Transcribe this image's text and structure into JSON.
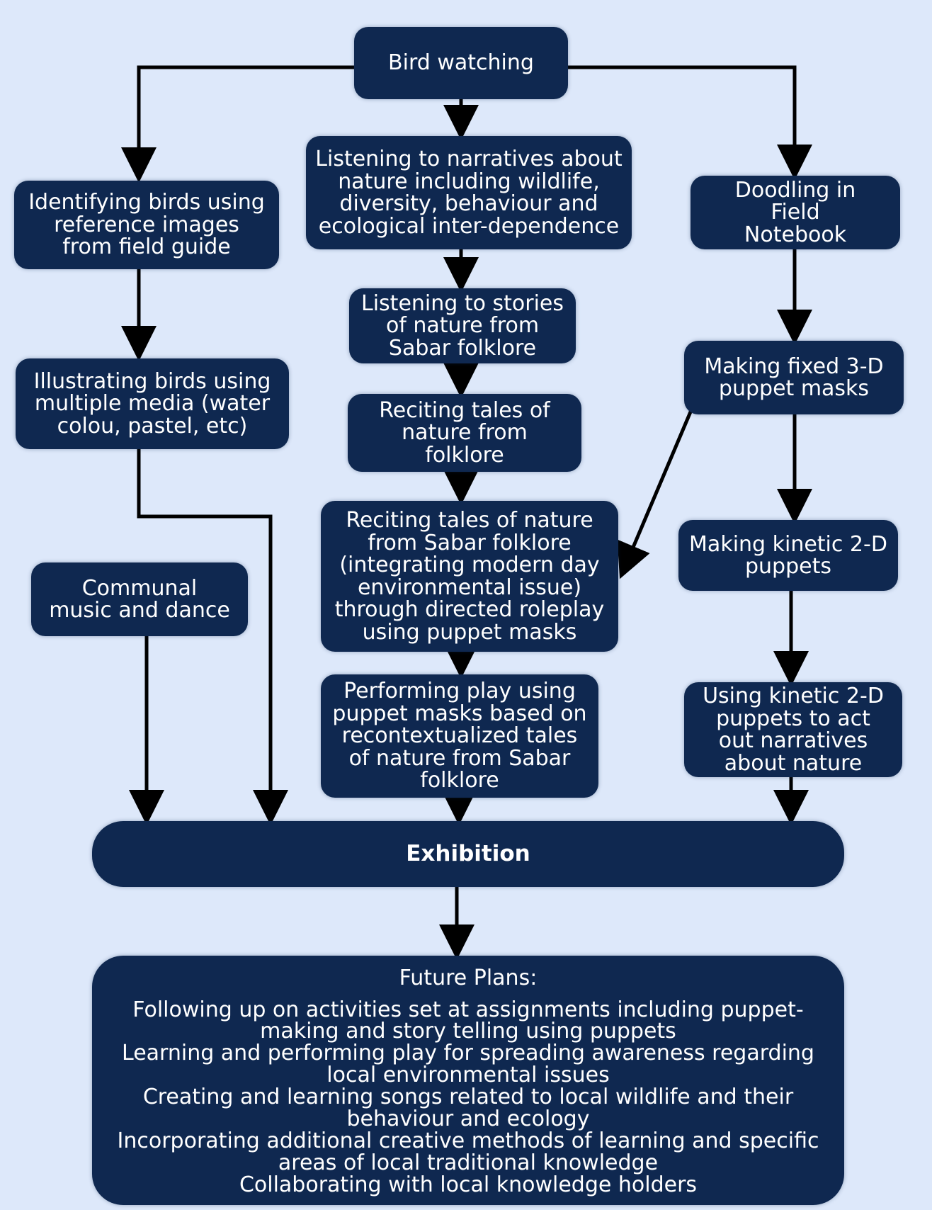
{
  "nodes": {
    "bird_watching": "Bird watching",
    "identifying": "Identifying birds using\nreference images\nfrom field guide",
    "narratives": "Listening to narratives about\nnature including wildlife,\ndiversity, behaviour and\necological inter-dependence",
    "doodling": "Doodling in\nField\nNotebook",
    "illustrating": "Illustrating birds using\nmultiple media (water\ncolou, pastel, etc)",
    "stories": "Listening to stories\nof nature from\nSabar folklore",
    "fixed_masks": "Making fixed 3-D\npuppet masks",
    "reciting": "Reciting tales of\nnature from\nfolklore",
    "reciting_sabar": "Reciting tales of nature\nfrom Sabar folklore\n(integrating modern day\nenvironmental issue)\nthrough directed roleplay\nusing  puppet masks",
    "kinetic": "Making kinetic 2-D\npuppets",
    "communal": "Communal\nmusic and dance",
    "performing": "Performing play using\npuppet masks based on\nrecontextualized tales\nof nature from Sabar\nfolklore",
    "using_kinetic": "Using kinetic 2-D\npuppets to act\nout narratives\nabout nature",
    "exhibition": "Exhibition"
  },
  "future_plans": {
    "title": "Future Plans:",
    "items": [
      "Following up on activities set at assignments including puppet-\nmaking and story telling using puppets",
      "Learning and performing play for spreading awareness regarding\nlocal environmental issues",
      "Creating and learning songs related to local wildlife and their\nbehaviour and ecology",
      "Incorporating additional creative methods of learning and specific\nareas of local traditional knowledge",
      "Collaborating with local knowledge holders"
    ]
  },
  "colors": {
    "background": "#dde8fa",
    "box": "#0f2850",
    "text": "#ffffff",
    "arrow": "#000000"
  }
}
